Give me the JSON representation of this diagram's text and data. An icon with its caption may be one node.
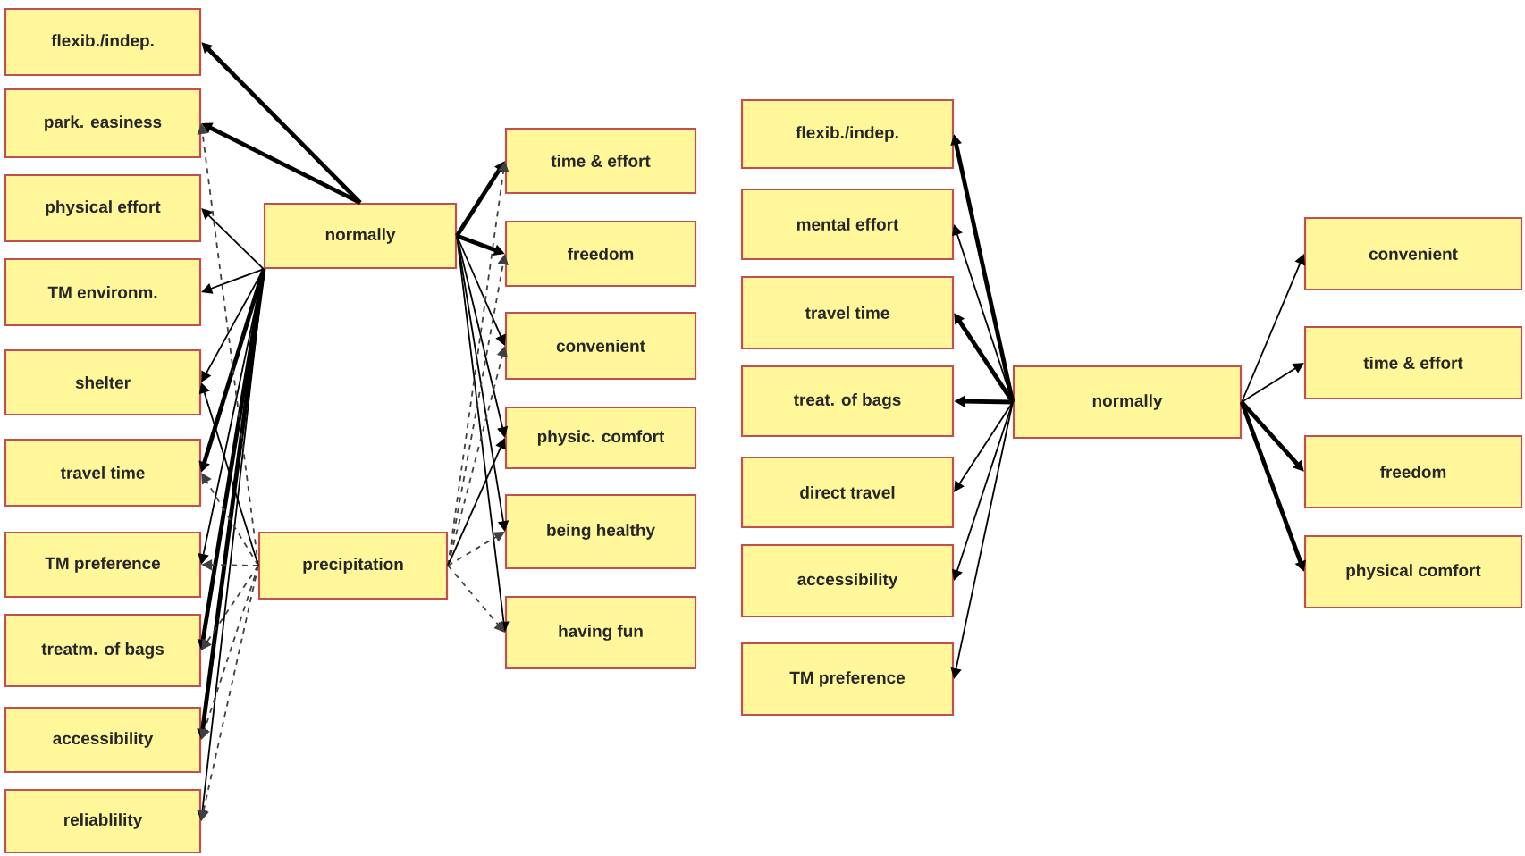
{
  "diagram": {
    "nodes": [
      {
        "text": [
          "flexib./indep."
        ]
      },
      {
        "text": [
          "park. easiness"
        ]
      },
      {
        "text": [
          "physical effort"
        ]
      },
      {
        "text": [
          "TM environm."
        ]
      },
      {
        "text": [
          "shelter"
        ]
      },
      {
        "text": [
          "travel time"
        ]
      },
      {
        "text": [
          "TM preference"
        ]
      },
      {
        "text": [
          "treatm. of bags"
        ]
      },
      {
        "text": [
          "accessibility"
        ]
      },
      {
        "text": [
          "reliablility"
        ]
      },
      {
        "text": [
          "normally"
        ]
      },
      {
        "text": [
          "precipitation"
        ]
      },
      {
        "text": [
          "time & effort"
        ]
      },
      {
        "text": [
          "freedom"
        ]
      },
      {
        "text": [
          "convenient"
        ]
      },
      {
        "text": [
          "physic. comfort"
        ]
      },
      {
        "text": [
          "being healthy"
        ]
      },
      {
        "text": [
          "having fun"
        ]
      },
      {
        "text": [
          "flexib./indep."
        ]
      },
      {
        "text": [
          "mental effort"
        ]
      },
      {
        "text": [
          "travel time"
        ]
      },
      {
        "text": [
          "treat. of bags"
        ]
      },
      {
        "text": [
          "direct travel"
        ]
      },
      {
        "text": [
          "accessibility"
        ]
      },
      {
        "text": [
          "TM preference"
        ]
      },
      {
        "text": [
          "normally"
        ]
      },
      {
        "text": [
          "convenient"
        ]
      },
      {
        "text": [
          "time & effort"
        ]
      },
      {
        "text": [
          "freedom"
        ]
      },
      {
        "text": [
          "physical comfort"
        ]
      }
    ],
    "edges": [
      {
        "from": 10,
        "to": 0,
        "arrow": "to",
        "style": "thick"
      },
      {
        "from": 10,
        "to": 1,
        "arrow": "to",
        "style": "thick"
      },
      {
        "from": 10,
        "to": 2,
        "arrow": "to"
      },
      {
        "from": 10,
        "to": 3,
        "arrow": "to"
      },
      {
        "from": 10,
        "to": 4,
        "arrow": "to"
      },
      {
        "from": 10,
        "to": 5,
        "arrow": "to",
        "style": "thick"
      },
      {
        "from": 10,
        "to": 6,
        "arrow": "to"
      },
      {
        "from": 10,
        "to": 7,
        "arrow": "to",
        "style": "thick"
      },
      {
        "from": 10,
        "to": 8,
        "arrow": "to",
        "style": "thick"
      },
      {
        "from": 10,
        "to": 9,
        "arrow": "to"
      },
      {
        "from": 10,
        "to": 12,
        "arrow": "to",
        "style": "thick"
      },
      {
        "from": 10,
        "to": 13,
        "arrow": "to",
        "style": "thick"
      },
      {
        "from": 10,
        "to": 14,
        "arrow": "to"
      },
      {
        "from": 10,
        "to": 15,
        "arrow": "to"
      },
      {
        "from": 10,
        "to": 16,
        "arrow": "to"
      },
      {
        "from": 10,
        "to": 17,
        "arrow": "to"
      },
      {
        "from": 11,
        "to": 1,
        "arrow": "to",
        "style": "dashed"
      },
      {
        "from": 11,
        "to": 4,
        "arrow": "to"
      },
      {
        "from": 11,
        "to": 5,
        "arrow": "to",
        "style": "dashed"
      },
      {
        "from": 11,
        "to": 6,
        "arrow": "to",
        "style": "dashed"
      },
      {
        "from": 11,
        "to": 7,
        "arrow": "to",
        "style": "dashed"
      },
      {
        "from": 11,
        "to": 8,
        "arrow": "to",
        "style": "dashed"
      },
      {
        "from": 11,
        "to": 9,
        "arrow": "to",
        "style": "dashed"
      },
      {
        "from": 11,
        "to": 12,
        "arrow": "to",
        "style": "dashed"
      },
      {
        "from": 11,
        "to": 13,
        "arrow": "to",
        "style": "dashed"
      },
      {
        "from": 11,
        "to": 14,
        "arrow": "to",
        "style": "dashed"
      },
      {
        "from": 11,
        "to": 15,
        "arrow": "to"
      },
      {
        "from": 11,
        "to": 16,
        "arrow": "to",
        "style": "dashed"
      },
      {
        "from": 11,
        "to": 17,
        "arrow": "to",
        "style": "dashed"
      },
      {
        "from": 25,
        "to": 18,
        "arrow": "to",
        "style": "thick"
      },
      {
        "from": 25,
        "to": 19,
        "arrow": "to"
      },
      {
        "from": 25,
        "to": 20,
        "arrow": "to",
        "style": "thick"
      },
      {
        "from": 25,
        "to": 21,
        "arrow": "to",
        "style": "thick"
      },
      {
        "from": 25,
        "to": 22,
        "arrow": "to"
      },
      {
        "from": 25,
        "to": 23,
        "arrow": "to"
      },
      {
        "from": 25,
        "to": 24,
        "arrow": "to"
      },
      {
        "from": 25,
        "to": 26,
        "arrow": "to"
      },
      {
        "from": 25,
        "to": 27,
        "arrow": "to"
      },
      {
        "from": 25,
        "to": 28,
        "arrow": "to",
        "style": "thick"
      },
      {
        "from": 25,
        "to": 29,
        "arrow": "to",
        "style": "thick"
      }
    ]
  }
}
